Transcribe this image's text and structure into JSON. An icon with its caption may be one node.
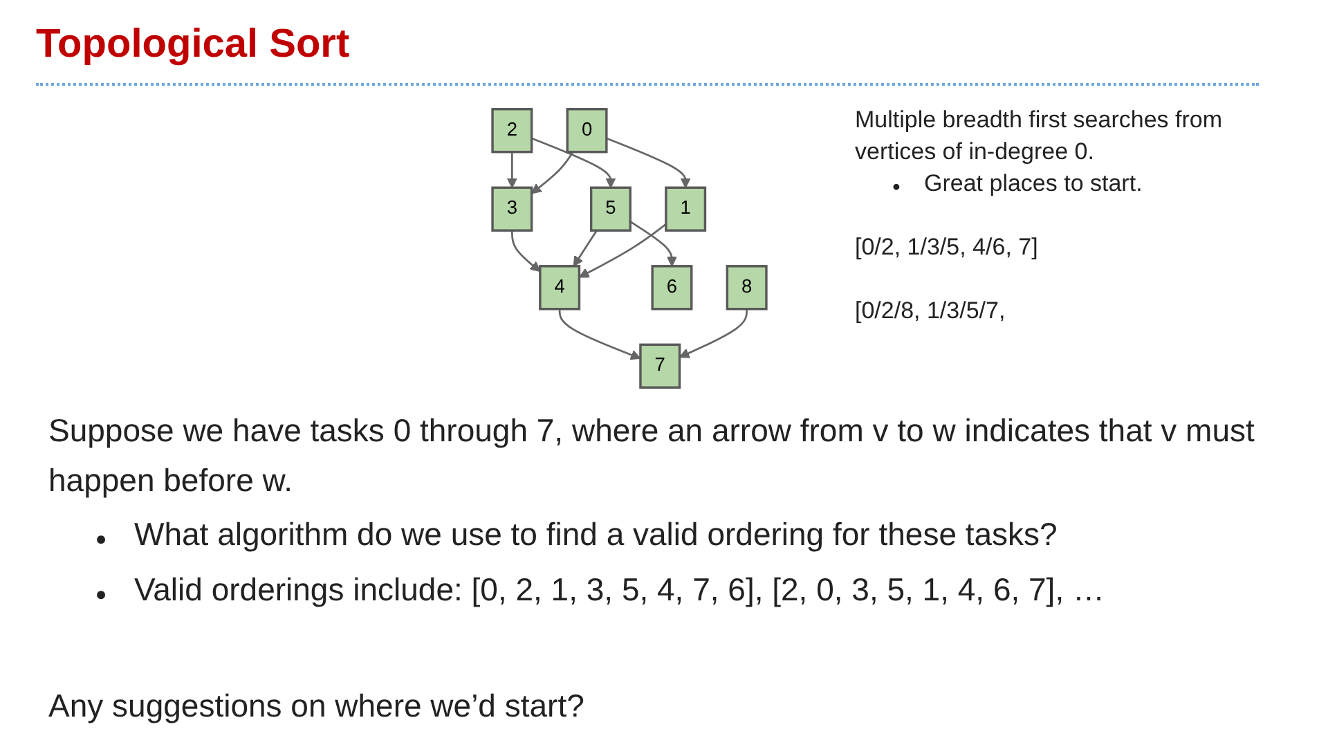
{
  "diagram": {
    "title": "Topological Sort",
    "nodes": [
      {
        "text": [
          "2"
        ]
      },
      {
        "text": [
          "0"
        ]
      },
      {
        "text": [
          "3"
        ]
      },
      {
        "text": [
          "5"
        ]
      },
      {
        "text": [
          "1"
        ]
      },
      {
        "text": [
          "4"
        ]
      },
      {
        "text": [
          "6"
        ]
      },
      {
        "text": [
          "8"
        ]
      },
      {
        "text": [
          "7"
        ]
      }
    ],
    "edges": [
      {
        "from": 0,
        "to": 2,
        "arrow": "to"
      },
      {
        "from": 0,
        "to": 3,
        "arrow": "to"
      },
      {
        "from": 1,
        "to": 2,
        "arrow": "to"
      },
      {
        "from": 1,
        "to": 4,
        "arrow": "to"
      },
      {
        "from": 2,
        "to": 5,
        "arrow": "to"
      },
      {
        "from": 3,
        "to": 5,
        "arrow": "to"
      },
      {
        "from": 3,
        "to": 6,
        "arrow": "to"
      },
      {
        "from": 4,
        "to": 5,
        "arrow": "to"
      },
      {
        "from": 5,
        "to": 8,
        "arrow": "to"
      },
      {
        "from": 7,
        "to": 8,
        "arrow": "to"
      }
    ],
    "labels": [
      "Multiple breadth first searches from vertices of in-degree 0.",
      "●",
      "Great places to start.",
      "[0/2, 1/3/5, 4/6, 7]",
      "[0/2/8, 1/3/5/7,",
      "Suppose we have tasks 0 through 7, where an arrow from v to w indicates that v must happen before w.",
      "●",
      "What algorithm do we use to find a valid ordering for these tasks?",
      "●",
      "Valid orderings include: [0, 2, 1, 3, 5, 4, 7, 6], [2, 0, 3, 5, 1, 4, 6, 7], …",
      "Any suggestions on where we’d start?"
    ]
  }
}
